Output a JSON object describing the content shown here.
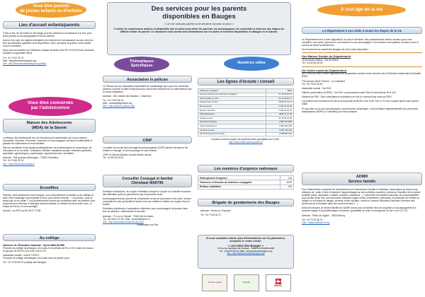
{
  "left": {
    "banner": "Vous êtes parents\nde jeunes enfants ou d'enfants",
    "accueil": {
      "title": "Lieu d'accueil enfants/parents",
      "p1": "C'est un lieu de rencontre et d'échange pour les enfants de la naissance à 6 ans, pour leurs parents ou accompagnants et futurs parents.",
      "p2": "Autour d'un café, les adultes s'installent, les enfants font connaissance au-tour des jeux. Des accueillantes qualifiées sont disponibles. Libre, anonyme et gratuit, venez quand vous le souhaitez.",
      "p3": "Nous vous accueillons au Châtelard, chaque mercredi entre 9h et 11h30 (hors vacances scolaires au gymnase doux)",
      "tel": "Tél : 04 79 52 39 79",
      "mail": "Mail : laep@amisdesbauges.org",
      "site": "Site : http://www.amisdesbauges.org/laep/"
    },
    "ados_banner": "Vous êtes concernés\npar l'adolescence",
    "mda": {
      "title": "Maison des Adolescents\n(MDA) de la Savoie",
      "p1": "La Maison des Adolescents est une structure pluri partenariale qui a pour mission d'accueillir, d'écouter, d'informer, d'orienter et d'accompagner de façon confidentielle et gratuite les adolescents et leurs familles.",
      "p2": "Elle est constituée d'une équipe pluridisciplinaire de professionnels de la jeunesse, de l'éducation et de la santé : éducateur, infirmier, assistante sociale, médecins (pédiatre, psychiatre, gynécologue), psychologue, psychomotri-cien, secrétaire.",
      "address": "Adresse : 905 quai des Allobroges - 73000 Chambéry",
      "tel": "Tél : 04 79 60 52 18",
      "site": "Site : http://www.mda-savoie.fr"
    },
    "ecoutilles": {
      "title": "Ecoutilles",
      "p1": "Parents, votre adolescent vous échappe, vue comportement en famille ou au collège ou avec votre entourage vous inquiète et vous vous sentez démuni… Les jeunes, vous se savez pas où en parler ? Les professionnels formés aux entretiens avec les familles vous reçoivent pour favoriser le dialogue parents-enfants ou retisser les liens entre vous. Le temps de mieux, et vous soulager.",
      "contact": "Accueil : sur RDV au 06 25 27 74 88"
    },
    "college": {
      "title": "Au collège",
      "p1": "Infirmière de l'Éducation Nationale : Sylvie BEAUDOIRE",
      "p2": "Présente au collège des Bauges, les lundis et vendredis de 9h à 17h et dans les locaux du groupe de 9h15 à 12h et de 13h à 17h",
      "p3": "Assistante sociale : Karine TISSOT",
      "p4": "Présente au collège des Bauges, les lundis tous les quinze jours",
      "tel": "Tél : 04 79 54 83 22 (collège des Bauges)"
    }
  },
  "middle": {
    "title": "Des services pour les parents\ndisponibles en Bauges",
    "quote": "« On ne naît pas parent on le devient comme on peut »",
    "intro": "Il existe de nombreuses actions et dispositifs mis en place pour aider les parents, les accompagner, les consolider à chacune des étapes du difficile métier de parent. Ce document vous donne des informations sur les aides et services disponibles en Bauges et en Savoie.",
    "themes_badge": "Thématiques\nSpécifiques",
    "numeros_badge": "Numéros utiles",
    "pelican": {
      "title": "Association le pélican",
      "p1": "Le Pélican est une association spécialisée en addictologie qui a pour but d'informer, prévenir, soutenir et aider toute personne concernée directement ou indirectement par un souci d'addiction.",
      "address": "Adresse : 281 chemin des Moulins - Chambéry",
      "tel": "Tél : 04 79 62 56 24",
      "mail": "Mail : contact@lepelican.org",
      "site": "Site : http://www.le-pelican.org/"
    },
    "crip": {
      "title": "CRIP",
      "p1": "La cellule de recueil des informations préoccupantes (CRIP) permet de repérer les enfants en danger, et de les protéger le cas échéant.",
      "p2": "CRIP en Savoie (Maison sociale Bassin aixois)",
      "tel": "Tél : 04 80 45 25 00"
    },
    "conseiller": {
      "title": "Conseiller Conjugal et familial\nChristiane MARTIN",
      "p1": "Entretiens individuels, de couple et familiaux lorsque le couple ou la famille rencontre des difficultés qu'ils ne parviennent pas à surmonter seuls.",
      "p2": "Accompagnement qui permet de comprendre ce qui se joue dans le lien avec, trouver ensemble les clés qui facilitent l'accès vers une meilleure relation de couple et/ou en famille.",
      "p3": "Entretiens individuels et animations collectives pour accompagner les jeunes dans leur vie affective, relationnelle et sexuelle.",
      "address": "Adresse : 71 rue du Tanniel - 73100 Aix les Bains",
      "tel": "Tél : 06 08 81 47 54 / Mail : cmartin@yahoo.fr",
      "site": "Site : http://www.parcoursdevie-aix.com",
      "note": "Consultation sur Rdv"
    },
    "ecoute": {
      "title": "Les lignes d'écoute / conseil",
      "rows": [
        [
          "Violences conjugales",
          "3919"
        ],
        [
          "Femmes victimes de violences conjugales",
          "01 40 33 80 60"
        ],
        [
          "SOS familles en péril",
          "01 42 46 66 77"
        ],
        [
          "Drogues info service",
          "0 800 23 13 13"
        ],
        [
          "Écoute alcool",
          "0 811 91 30 30"
        ],
        [
          "Écoute Cannabis",
          "0 811 91 20 20"
        ],
        [
          "SOS Dépression",
          "0892 70 12 38"
        ],
        [
          "Suicide écoute",
          "01 45 39 40 00"
        ],
        [
          "Allo Parents Bébés",
          "0 800 00 3456"
        ],
        [
          "Cyber Harcèlement",
          "0 800 200 000"
        ],
        [
          "Fil Santé Jeunes",
          "0 800 235 236"
        ],
        [
          "STOP Harcèlement à l'école",
          "0 808 807 010"
        ]
      ],
      "footnote": "D'autres numéros auprès de professionnels spécialisés sur le site :",
      "site": "http://www.cdad-savoie.justice.fr/"
    },
    "urgence": {
      "title": "Les numéros d'urgence nationaux",
      "rows": [
        [
          "Hébergement d'urgence",
          "115"
        ],
        [
          "Violences et témoins de violences conjugales",
          "3919"
        ],
        [
          "Enfance maltraitée",
          "119"
        ]
      ]
    },
    "gendarmerie": {
      "title": "Brigade de gendarmerie des Bauges",
      "address": "Adresse : Route du Champet",
      "tel": "Tél : 04 79 54 82 17"
    },
    "footer": {
      "line1": "Si vous souhaitez obtenir plus d'informations sur les partenaires, contactez le centre social :",
      "org": "« Les Amis des Bauges »",
      "address": "47 rue du Capitaine de Campan - 73630 LE CHATELARD",
      "tel": "Tél : 04 79 54 87 64 / Mail : info@amisdesbauges.org",
      "site": "Site : http://www.amisdesbauges.org/"
    },
    "logos": [
      "Centre social",
      "Famille",
      "Savoie"
    ]
  },
  "right": {
    "banner": "À tout âge de la vie",
    "departement": {
      "title": "Le Département à vos côtés à toutes les étapes de la vie",
      "p1": "Le Département met à votre disposition, sur tout le territoire, des professionnels médico-sociaux pour vous conseiller, vous aider, répondre à vos besoins et vous accompagner. Ces services sont gratuits, ouverts à tous et soumis au secret professionnel.",
      "p2": "Sur le territoire du massif des Bauges est mis à votre disposition :"
    },
    "maison": {
      "title": "Une Maison Sociale du Département",
      "addr1": "78 boulevard Wilson - Aix les Bains",
      "tel": "Tél : 04 80 45 25 00"
    },
    "ccas": {
      "title": "Un Centre social du Département",
      "p1": "(en CPAS) où sont à votre disposition les assistantes sociales et les services de la Protection maternelle et infantile (PMI).",
      "addr": "731 avenue Denis Therme - Le Châtelard",
      "tel": "Tél : 04 79 54 53 59",
      "as": "Assistante sociale : Sur RdV",
      "inf": "Infirmier puériculteur (EJPMI) : Sur RdV ou permanence sans RdV le mercredi de 9h à 12h",
      "med": "Médecin de PMI : Des consultations nourrissons se font un mercredi par mois sur RDV.",
      "p2": "Les pesées de nourrissons se font tous les jeudis de 8h30 à 12h et du 14h à 17h voir à quand après midi et jeudi matin.",
      "p3": "Si vous êtes ou si vous accompagnez une personne handicapée, c'est la Maison départementale des personnes handicapées (MDPH) à Chambéry qu'il faut contacter."
    },
    "admr": {
      "title": "ADMR\nService famille",
      "p1": "Pour l'intervention à domicile de Techniciennes de l'Intervention Sociale et Familiale, l'association se donne pour missions de : aider à faire et favoriser l'apprentissage sur des activités concrètes / préserver l'équilibre de la cellule familiale (deuil, séparation, maladie, accident, naissance…) / permettre à la famille d'assumer ses responsabilités pour qu'elle tende vers son autonomie (maladie longue durée, enfant/mère, prévention et protection de l'enfant en danger ou en risque de danger, schéma, échec scolaire, conflit ou carence éducative) favoriser l'insertion des personnes et le maintien dans leur environnement (…)",
      "p2": "Selon les besoins, le service famille de l'ADMR saura vous conseiller et/ou se proposer un accompagnement à domicile adapté à la problématique rencontrée (possibilité de prise en charge par la CAF ou le CD 73).",
      "address": "Adresse : Place de l'église - 73630 Mouxy",
      "tel": "Tél : 04 79 25 28 75",
      "mail": "Mail : relateur@fede73.org"
    }
  },
  "colors": {
    "orange": "#f0a032",
    "magenta": "#cf2b8c",
    "purple": "#7a4a9b",
    "blue": "#3d7fd1",
    "panel": "#e9edf1"
  }
}
